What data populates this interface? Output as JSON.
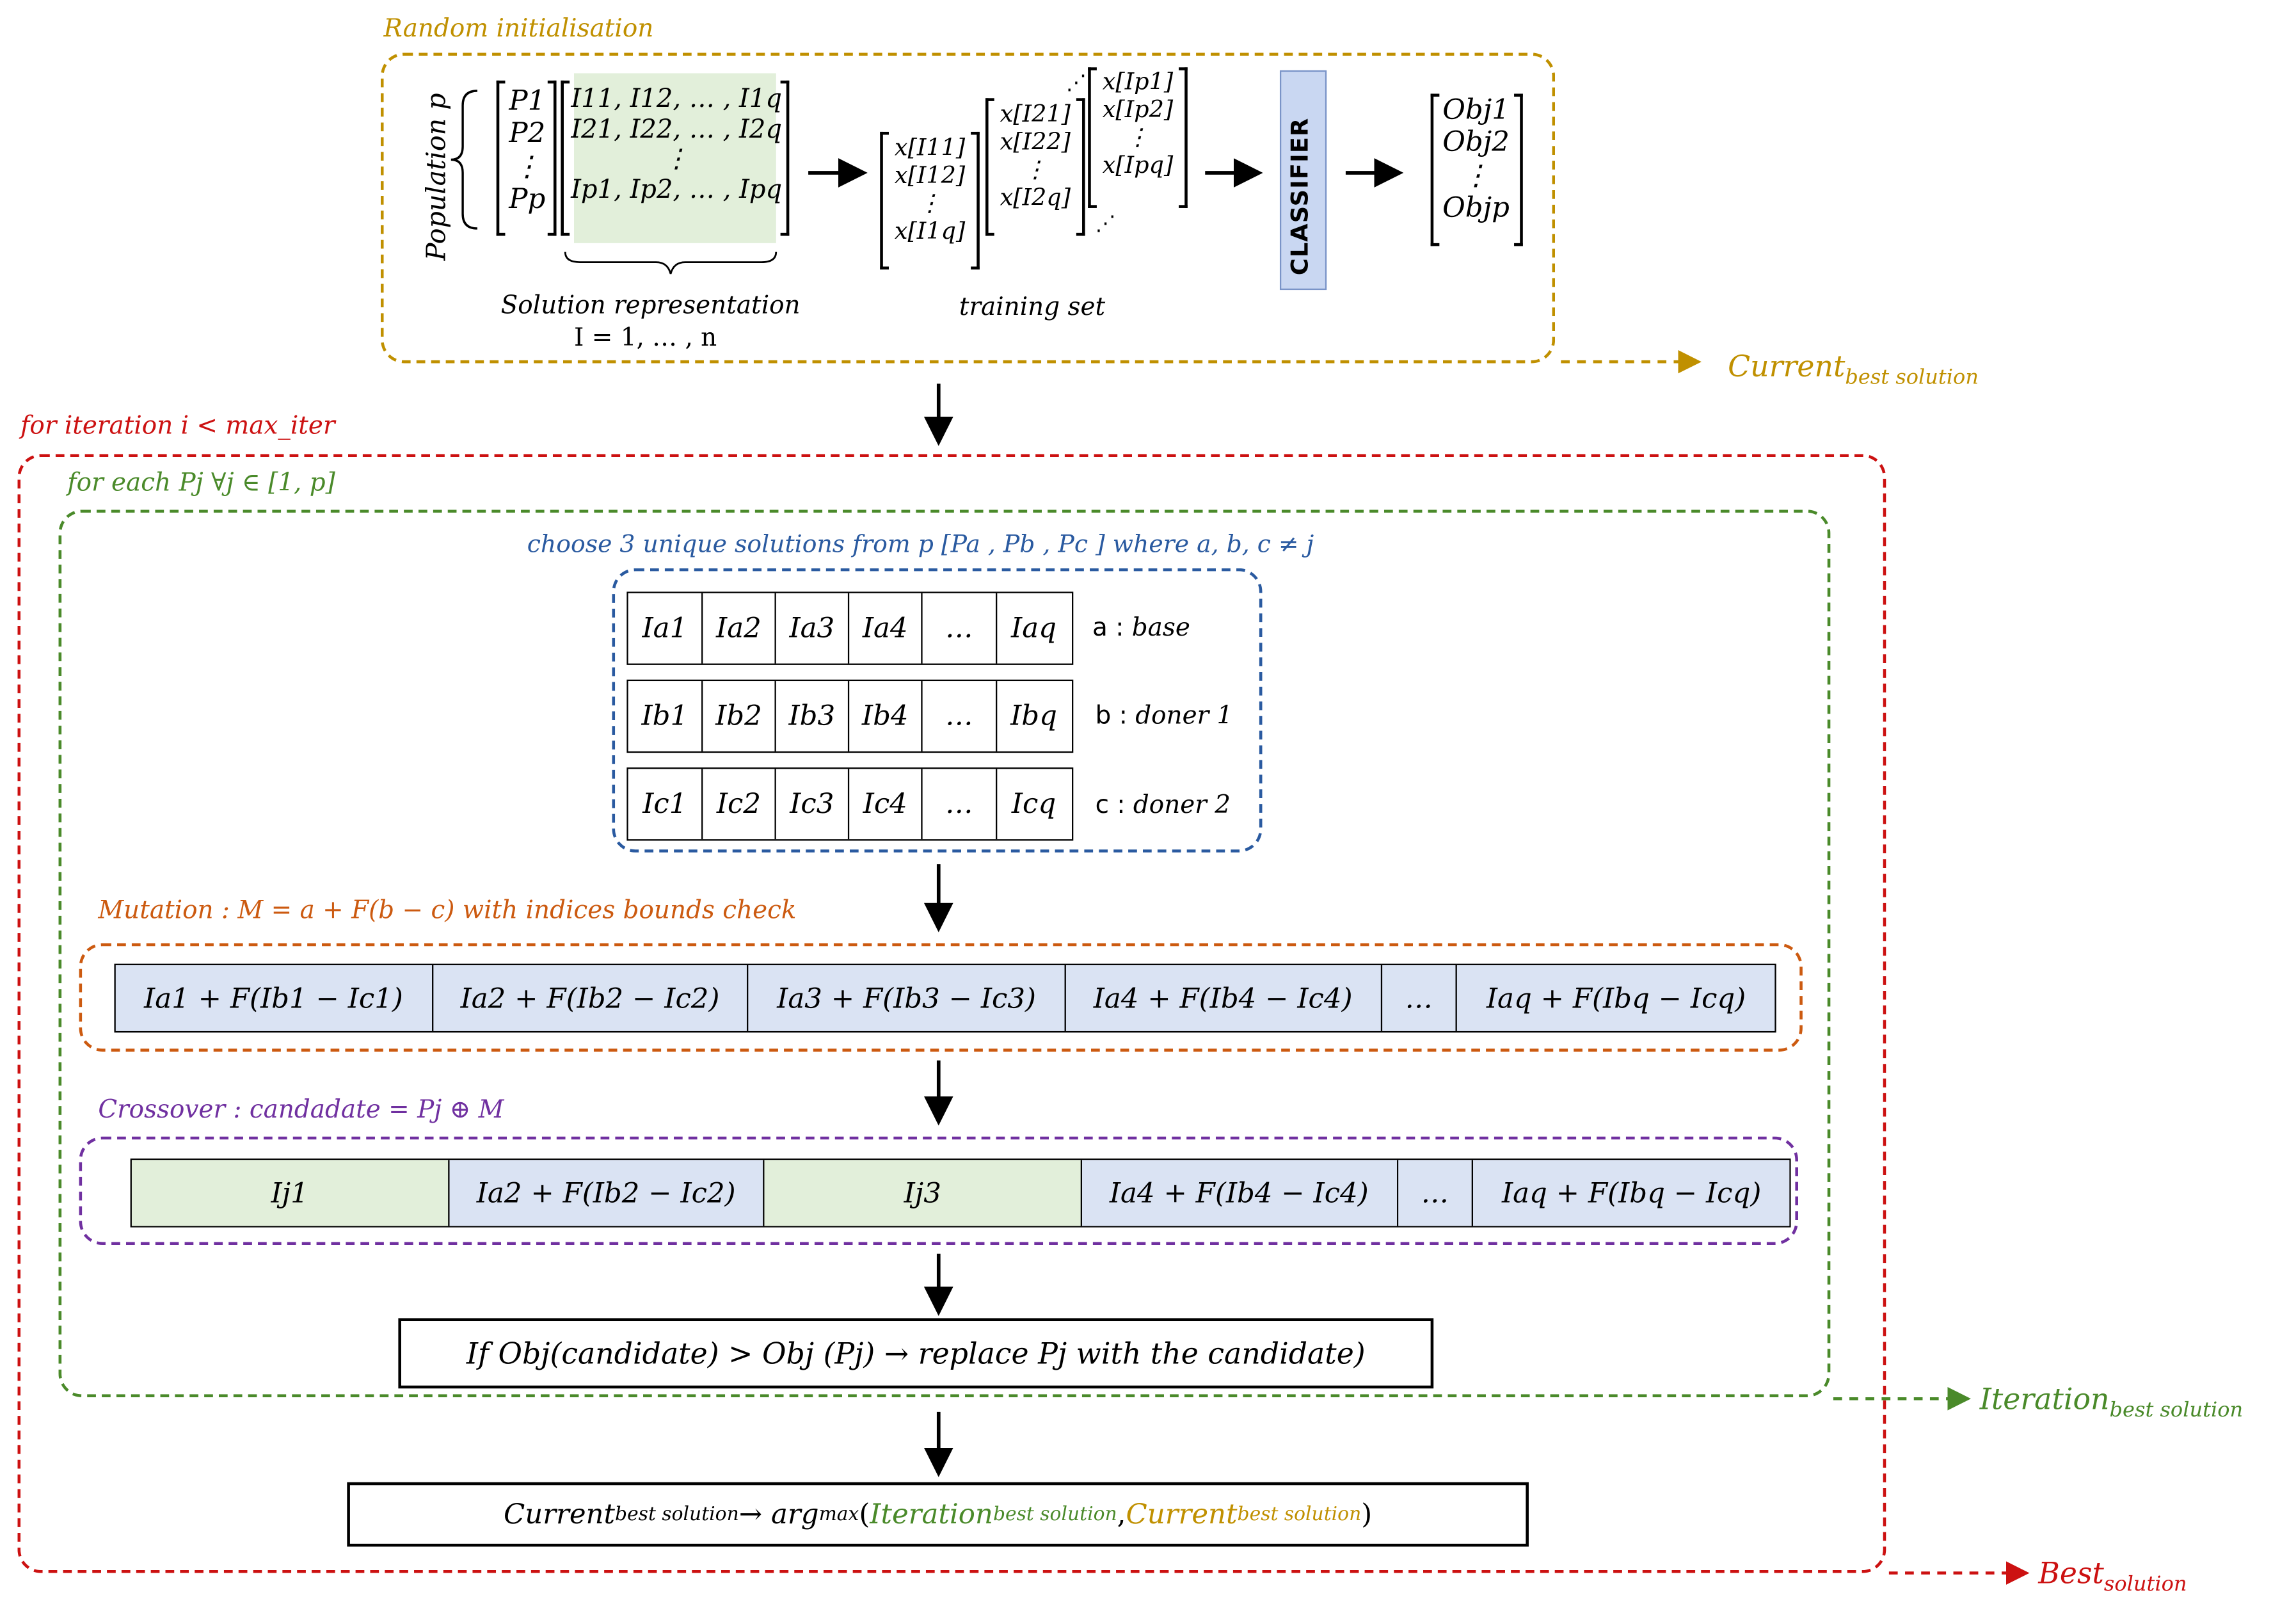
{
  "colors": {
    "init_frame": "#c09000",
    "loop_frame": "#cc1111",
    "each_frame": "#4a8a2a",
    "choose_frame": "#2a5aa0",
    "mutation_frame": "#cc5a10",
    "crossover_frame": "#7030a0",
    "cell_blue": "#dae3f3",
    "cell_green": "#e2efda",
    "classifier_fill": "#c9d7f2"
  },
  "init": {
    "title": "Random initialisation",
    "population_label": "Population p",
    "population": [
      "P1",
      "P2",
      "⋮",
      "Pp"
    ],
    "matrix": [
      "I11, I12, … , I1q",
      "I21, I22, … , I2q",
      "⋮",
      "Ip1, Ip2, … , Ipq"
    ],
    "solution_representation": "Solution representation",
    "index_range": "I = 1, … , n",
    "training_set_label": "training set",
    "training_vec_1": [
      "x[I11]",
      "x[I12]",
      "⋮",
      "x[I1q]"
    ],
    "training_vec_2": [
      "x[I21]",
      "x[I22]",
      "⋮",
      "x[I2q]"
    ],
    "training_vec_3": [
      "x[Ip1]",
      "x[Ip2]",
      "⋮",
      "x[Ipq]"
    ],
    "dots_top": "⋰",
    "dots_bottom": "⋰",
    "classifier": "CLASSIFIER",
    "objectives": [
      "Obj1",
      "Obj2",
      "⋮",
      "Objp"
    ],
    "current_best": "Current",
    "current_best_sub": "best solution"
  },
  "loop": {
    "title": "for iteration i < max_iter",
    "each_title": "for each Pj ∀j ∈ [1, p]",
    "choose_title": "choose 3 unique solutions from p  [Pa , Pb , Pc ] where a, b, c ≠ j",
    "rows": [
      {
        "cells": [
          "Ia1",
          "Ia2",
          "Ia3",
          "Ia4",
          "…",
          "Iaq"
        ],
        "key": "a",
        "sep": " : ",
        "role": "base"
      },
      {
        "cells": [
          "Ib1",
          "Ib2",
          "Ib3",
          "Ib4",
          "…",
          "Ibq"
        ],
        "key": "b",
        "sep": " : ",
        "role": "doner 1"
      },
      {
        "cells": [
          "Ic1",
          "Ic2",
          "Ic3",
          "Ic4",
          "…",
          "Icq"
        ],
        "key": "c",
        "sep": " : ",
        "role": "doner 2"
      }
    ],
    "mutation_title": "Mutation :  M = a + F(b − c) with indices bounds check",
    "mutation_cells": [
      "Ia1 + F(Ib1 − Ic1)",
      "Ia2 + F(Ib2 − Ic2)",
      "Ia3 + F(Ib3 − Ic3)",
      "Ia4 + F(Ib4 − Ic4)",
      "…",
      "Iaq + F(Ibq − Icq)"
    ],
    "crossover_title": "Crossover : candadate = Pj ⊕ M",
    "crossover_cells": [
      "Ij1",
      "Ia2 + F(Ib2 − Ic2)",
      "Ij3",
      "Ia4 + F(Ib4 − Ic4)",
      "…",
      "Iaq + F(Ibq − Icq)"
    ],
    "replace_text": "If Obj(candidate) > Obj (Pj) → replace Pj with the candidate)",
    "iteration_best": "Iteration",
    "iteration_best_sub": "best solution",
    "update_text": "Current",
    "update_sub": "best solution",
    "update_arrow": " → arg",
    "update_argsub": "max",
    "update_open": " (",
    "update_iter": "Iteration",
    "update_iter_sub": "best solution",
    "update_comma": " ,",
    "update_cur": "Current",
    "update_cur_sub": "best solution",
    "update_close": " )",
    "best": "Best",
    "best_sub": "solution"
  }
}
